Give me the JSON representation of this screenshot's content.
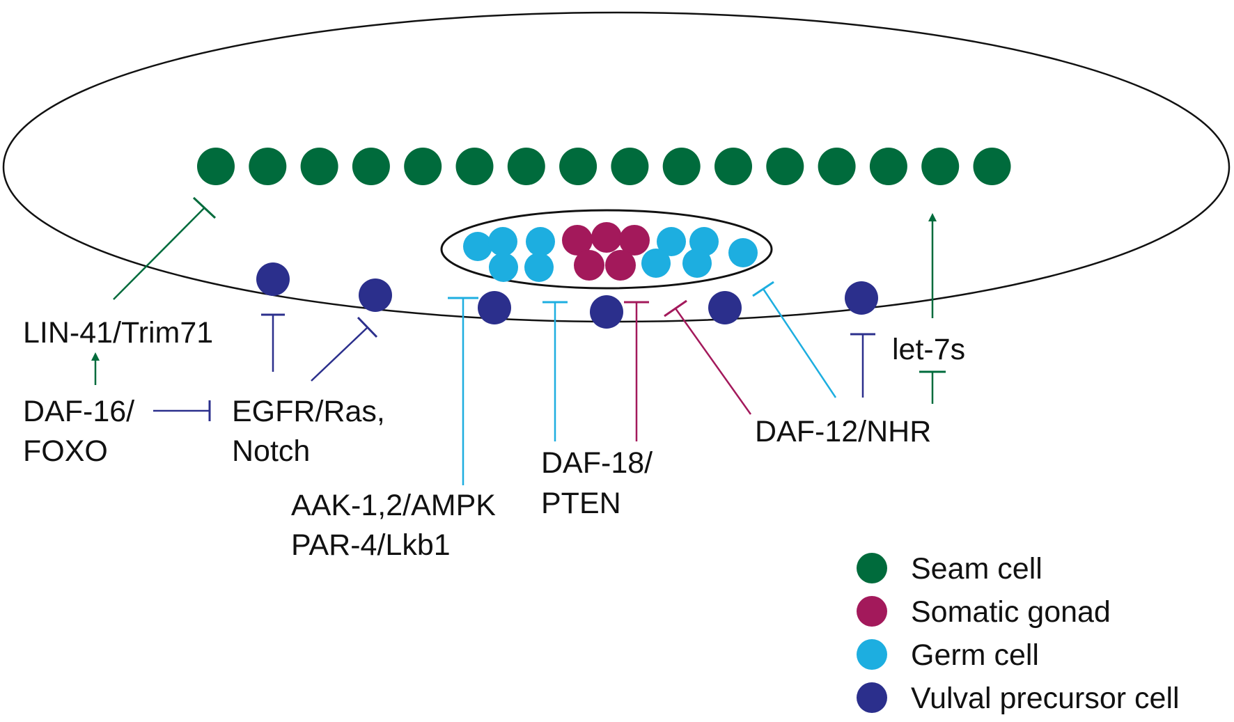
{
  "colors": {
    "seam": "#006b3c",
    "gonad": "#a3195b",
    "germ": "#1daee0",
    "vulval": "#2b2f8c",
    "outline": "#111111"
  },
  "labels": {
    "lin41": "LIN-41/Trim71",
    "daf16_l1": "DAF-16/",
    "daf16_l2": "FOXO",
    "egfr_l1": "EGFR/Ras,",
    "egfr_l2": "Notch",
    "aak_l1": "AAK-1,2/AMPK",
    "aak_l2": "PAR-4/Lkb1",
    "daf18_l1": "DAF-18/",
    "daf18_l2": "PTEN",
    "daf12": "DAF-12/NHR",
    "let7": "let-7s"
  },
  "legend": [
    {
      "label": "Seam cell",
      "color_key": "seam"
    },
    {
      "label": "Somatic gonad",
      "color_key": "gonad"
    },
    {
      "label": "Germ cell",
      "color_key": "germ"
    },
    {
      "label": "Vulval precursor cell",
      "color_key": "vulval"
    }
  ],
  "cell_counts": {
    "seam": 16,
    "germ": 10,
    "gonad": 5,
    "vulval": 6
  },
  "regulation": [
    {
      "from": "DAF-16/FOXO",
      "to": "LIN-41/Trim71",
      "type": "activates"
    },
    {
      "from": "LIN-41/Trim71",
      "to": "Seam cell",
      "type": "inhibits"
    },
    {
      "from": "DAF-16/FOXO",
      "to": "EGFR/Ras, Notch",
      "type": "inhibits"
    },
    {
      "from": "EGFR/Ras, Notch",
      "to": "Vulval precursor cell",
      "type": "inhibits"
    },
    {
      "from": "AAK-1,2/AMPK PAR-4/Lkb1",
      "to": "Germ cell",
      "type": "inhibits"
    },
    {
      "from": "DAF-18/PTEN",
      "to": "Germ cell",
      "type": "inhibits"
    },
    {
      "from": "DAF-18/PTEN",
      "to": "Somatic gonad",
      "type": "inhibits"
    },
    {
      "from": "DAF-12/NHR",
      "to": "Somatic gonad",
      "type": "inhibits"
    },
    {
      "from": "DAF-12/NHR",
      "to": "Germ cell",
      "type": "inhibits"
    },
    {
      "from": "DAF-12/NHR",
      "to": "Vulval precursor cell",
      "type": "inhibits"
    },
    {
      "from": "DAF-12/NHR",
      "to": "let-7s",
      "type": "inhibits"
    },
    {
      "from": "let-7s",
      "to": "Seam cell",
      "type": "activates"
    }
  ]
}
